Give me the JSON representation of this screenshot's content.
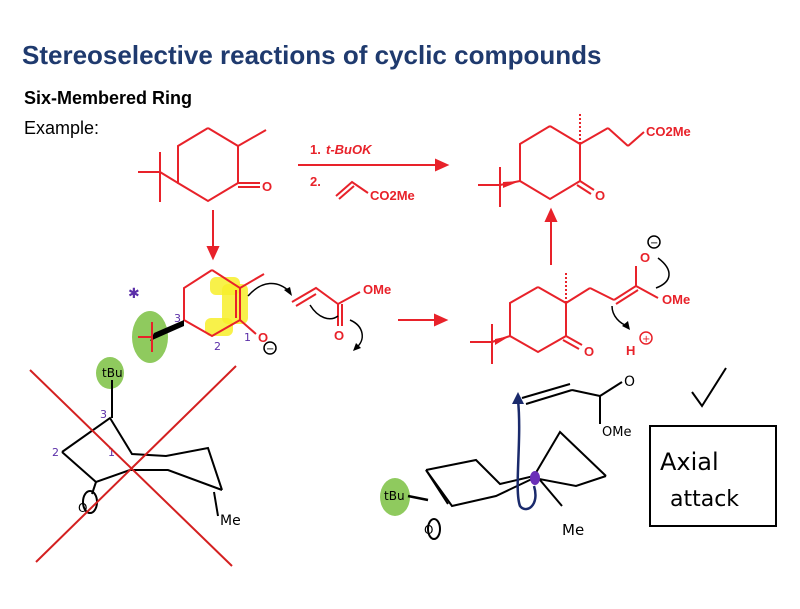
{
  "slide": {
    "title": "Stereoselective reactions of cyclic compounds",
    "subtitle": "Six-Membered Ring",
    "example_label": "Example:"
  },
  "scheme": {
    "step1": "1.",
    "step1_reagent": "t-BuOK",
    "step2": "2.",
    "acrylate_group": "CO2Me",
    "product_ester": "CO2Me",
    "ketone_o": "O",
    "enolate_o": "O",
    "enolate_charge": "⊖",
    "acceptor_ome": "OMe",
    "acceptor_o": "O",
    "intermediate_o_anion": "O",
    "intermediate_ome": "OMe",
    "intermediate_o": "O",
    "proton": "H",
    "proton_charge": "⊕"
  },
  "annotations": {
    "tbu_left": "tBu",
    "tbu_right": "tBu",
    "me_left": "Me",
    "me_right": "Me",
    "ome_right": "OMe",
    "o_top_right": "O",
    "o_left": "O",
    "o_right": "O",
    "num_1": "1",
    "num_2": "2",
    "num_3": "3",
    "num_1b": "1",
    "num_2b": "2",
    "num_3b": "3",
    "axial_line1": "Axial",
    "axial_line2": "attack"
  },
  "colors": {
    "title": "#1f3a6e",
    "chem": "#e8222a",
    "ink": "#000000",
    "purple": "#5b2fa8",
    "highlight_yellow": "#f7ee2a",
    "highlight_green": "#7bc142",
    "navy": "#1a2a6c"
  }
}
